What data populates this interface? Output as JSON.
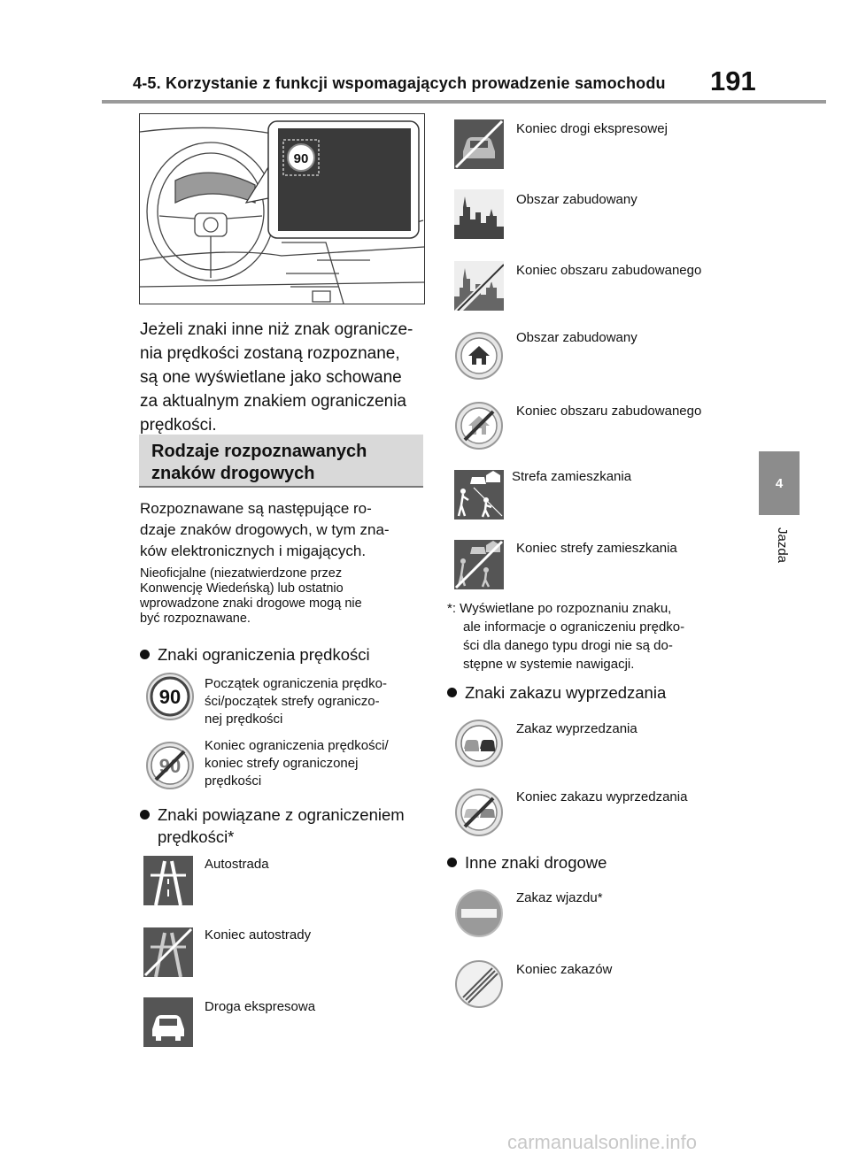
{
  "header": {
    "title": "4-5. Korzystanie z funkcji wspomagających prowadzenie samochodu",
    "page": "191"
  },
  "side_tab": {
    "number": "4",
    "label": "Jazda"
  },
  "illustration": {
    "speed": "90"
  },
  "intro_paragraph": [
    "Jeżeli znaki inne niż znak ogranicze-",
    "nia prędkości zostaną rozpoznane,",
    "są one wyświetlane jako schowane",
    "za aktualnym znakiem ograniczenia",
    "prędkości."
  ],
  "section_title": [
    "Rodzaje rozpoznawanych",
    "znaków drogowych"
  ],
  "recognized_text": [
    "Rozpoznawane są następujące ro-",
    "dzaje znaków drogowych, w tym zna-",
    "ków elektronicznych i migających."
  ],
  "note_text": [
    "Nieoficjalne (niezatwierdzone przez",
    "Konwencję Wiedeńską) lub ostatnio",
    "wprowadzone znaki drogowe mogą nie",
    "być rozpoznawane."
  ],
  "groups": {
    "speed_limit": {
      "title": "Znaki ograniczenia prędkości",
      "items": [
        {
          "sign": "speed-limit-90",
          "label": [
            "Początek ograniczenia prędko-",
            "ści/początek strefy ograniczo-",
            "nej prędkości"
          ]
        },
        {
          "sign": "end-speed-limit-90",
          "label": [
            "Koniec ograniczenia prędkości/",
            "koniec strefy ograniczonej",
            "prędkości"
          ]
        }
      ]
    },
    "related": {
      "title": [
        "Znaki powiązane z ograniczeniem",
        "prędkości*"
      ],
      "items": [
        {
          "sign": "motorway",
          "label": "Autostrada"
        },
        {
          "sign": "end-motorway",
          "label": "Koniec autostrady"
        },
        {
          "sign": "expressway",
          "label": "Droga ekspresowa"
        },
        {
          "sign": "end-expressway",
          "label": "Koniec drogi ekspresowej"
        },
        {
          "sign": "built-up-area",
          "label": "Obszar zabudowany"
        },
        {
          "sign": "end-built-up-area",
          "label": "Koniec obszaru zabudowanego"
        },
        {
          "sign": "built-up-area-round",
          "label": "Obszar zabudowany"
        },
        {
          "sign": "end-built-up-area-round",
          "label": "Koniec obszaru zabudowanego"
        },
        {
          "sign": "residential-zone",
          "label": "Strefa zamieszkania"
        },
        {
          "sign": "end-residential-zone",
          "label": "Koniec strefy zamieszkania"
        }
      ]
    },
    "footnote": [
      "*: Wyświetlane po rozpoznaniu znaku,",
      "ale informacje o ograniczeniu prędko-",
      "ści dla danego typu drogi nie są do-",
      "stępne w systemie nawigacji."
    ],
    "no_overtaking": {
      "title": "Znaki zakazu wyprzedzania",
      "items": [
        {
          "sign": "no-overtaking",
          "label": "Zakaz wyprzedzania"
        },
        {
          "sign": "end-no-overtaking",
          "label": "Koniec zakazu wyprzedzania"
        }
      ]
    },
    "other": {
      "title": "Inne znaki drogowe",
      "items": [
        {
          "sign": "no-entry",
          "label": "Zakaz wjazdu*"
        },
        {
          "sign": "end-of-restrictions",
          "label": "Koniec zakazów"
        }
      ]
    }
  },
  "watermark": "carmanualsonline.info"
}
